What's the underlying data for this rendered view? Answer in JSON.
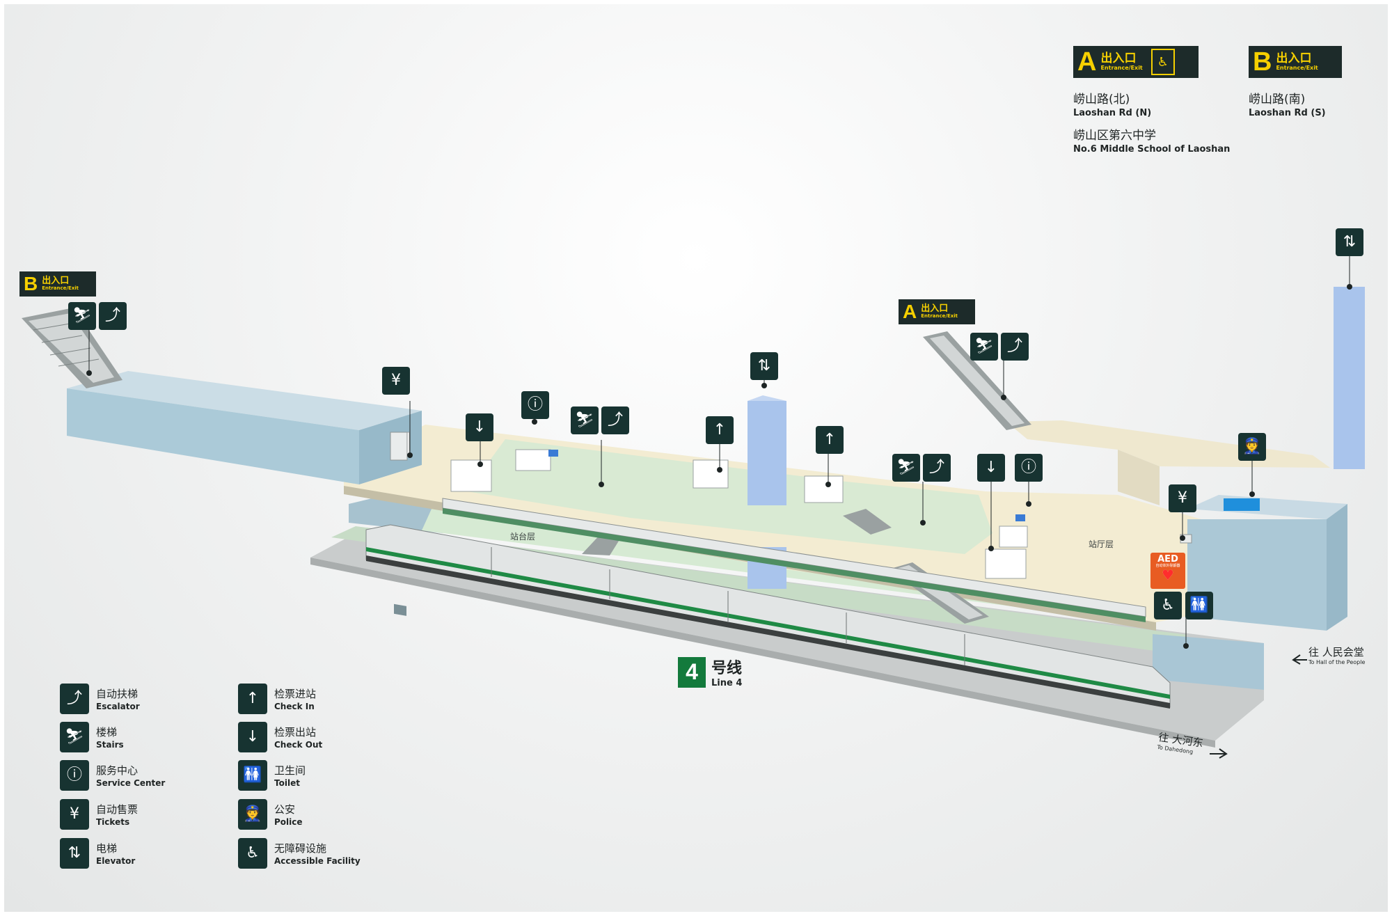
{
  "exits": {
    "A": {
      "letter": "A",
      "cn": "出入口",
      "en": "Entrance/Exit"
    },
    "B": {
      "letter": "B",
      "cn": "出入口",
      "en": "Entrance/Exit"
    }
  },
  "destinations": {
    "A": [
      {
        "cn": "崂山路(北)",
        "en": "Laoshan Rd (N)"
      },
      {
        "cn": "崂山区第六中学",
        "en": "No.6 Middle School of Laoshan"
      }
    ],
    "B": [
      {
        "cn": "崂山路(南)",
        "en": "Laoshan Rd (S)"
      }
    ]
  },
  "floors": {
    "platform": "站台层",
    "concourse": "站厅层"
  },
  "line": {
    "number": "4",
    "cn": "号线",
    "en": "Line 4",
    "color": "#137a3c"
  },
  "directions": {
    "west": {
      "cn": "往 人民会堂",
      "en": "To Hall of the People"
    },
    "east": {
      "cn": "往 大河东",
      "en": "To Dahedong"
    }
  },
  "aed": {
    "title": "AED",
    "sub": "自动体外除颤器",
    "color": "#e85c22"
  },
  "legend": [
    {
      "icon": "escalator-icon",
      "cn": "自动扶梯",
      "en": "Escalator"
    },
    {
      "icon": "stairs-icon",
      "cn": "楼梯",
      "en": "Stairs"
    },
    {
      "icon": "service-center-icon",
      "cn": "服务中心",
      "en": "Service Center"
    },
    {
      "icon": "tickets-icon",
      "cn": "自动售票",
      "en": "Tickets"
    },
    {
      "icon": "elevator-icon",
      "cn": "电梯",
      "en": "Elevator"
    },
    {
      "icon": "check-in-icon",
      "cn": "检票进站",
      "en": "Check In"
    },
    {
      "icon": "check-out-icon",
      "cn": "检票出站",
      "en": "Check Out"
    },
    {
      "icon": "toilet-icon",
      "cn": "卫生间",
      "en": "Toilet"
    },
    {
      "icon": "police-icon",
      "cn": "公安",
      "en": "Police"
    },
    {
      "icon": "accessible-icon",
      "cn": "无障碍设施",
      "en": "Accessible Facility"
    }
  ],
  "colors": {
    "sign_bg": "#1d2b2a",
    "sign_text": "#f6d000",
    "icon_bg": "#173331",
    "concourse_floor": "#f3ecd2",
    "platform_floor": "#d6ead3",
    "structure": "#a9c8d9",
    "elevator_shaft": "#a9c4ec"
  }
}
